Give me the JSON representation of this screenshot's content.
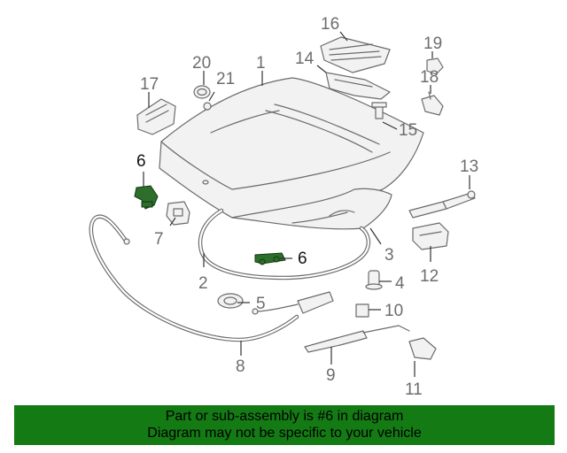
{
  "callouts": {
    "c1": "1",
    "c2": "2",
    "c3": "3",
    "c4": "4",
    "c5": "5",
    "c6a": "6",
    "c6b": "6",
    "c7": "7",
    "c8": "8",
    "c9": "9",
    "c10": "10",
    "c11": "11",
    "c12": "12",
    "c13": "13",
    "c14": "14",
    "c15": "15",
    "c16": "16",
    "c17": "17",
    "c18": "18",
    "c19": "19",
    "c20": "20",
    "c21": "21"
  },
  "banner": {
    "line1": "Part or sub-assembly is #6 in diagram",
    "line2": "Diagram may not be specific to your vehicle"
  },
  "colors": {
    "banner": "#147a14",
    "highlight_part": "#2d6e2d"
  }
}
